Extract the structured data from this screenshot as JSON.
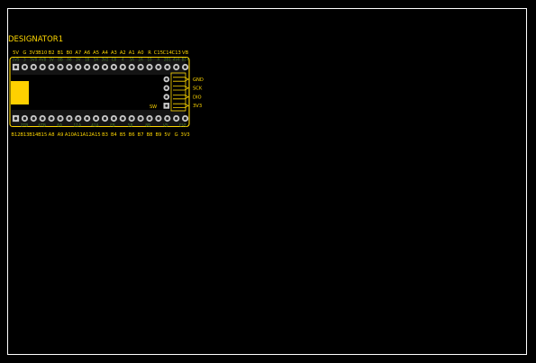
{
  "designator": "DESIGNATOR1",
  "colors": {
    "background": "#000000",
    "frame": "#ffffff",
    "silk": "#ffd700",
    "pad_ring": "#c8c8c8",
    "pad_hole": "#202020",
    "copper": "#ffd000",
    "pin_label_green": "#4a7a2a"
  },
  "top_row_labels": [
    "5V",
    "G",
    "3V3",
    "B10",
    "B2",
    "B1",
    "B0",
    "A7",
    "A6",
    "A5",
    "A4",
    "A3",
    "A2",
    "A1",
    "A0",
    "R",
    "C15",
    "C14",
    "C13",
    "VB"
  ],
  "top_row_sub_labels": [
    "1V5",
    "3",
    "5V0",
    "4V8",
    "5V",
    "BB",
    "A6",
    "3V",
    "18",
    "5A",
    "3V2",
    "C8",
    "4",
    "3A",
    "2A",
    "10",
    "A",
    "2B1",
    "4V4",
    "B14"
  ],
  "bottom_row_labels": [
    "B12",
    "B13",
    "B14",
    "B15",
    "A8",
    "A9",
    "A10",
    "A11",
    "A12",
    "A15",
    "B3",
    "B4",
    "B5",
    "B6",
    "B7",
    "B8",
    "B9",
    "5V",
    "G",
    "3V3"
  ],
  "bottom_row_sub_labels": [
    "2TB",
    "6TB",
    "6A",
    "11A",
    "41A",
    "FB",
    "5B",
    "8B",
    "V5",
    "EVE"
  ],
  "header_pins": [
    "GND",
    "SCK",
    "DIO",
    "3V3"
  ],
  "switch_label": "SW"
}
